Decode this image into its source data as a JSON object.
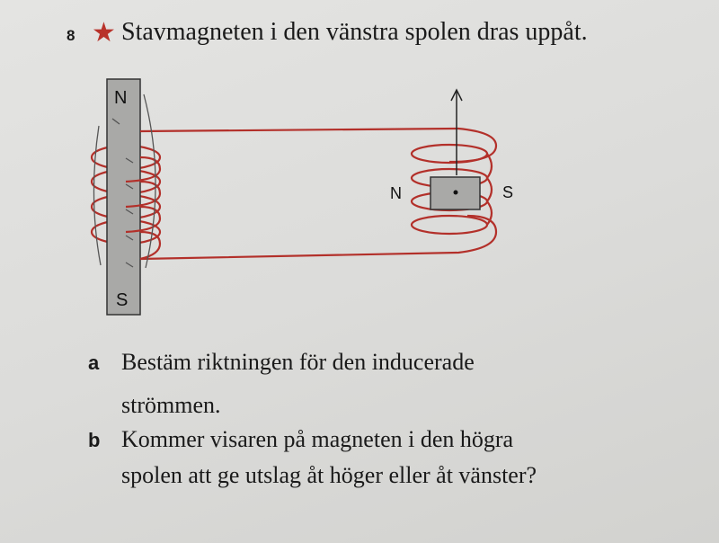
{
  "question": {
    "number": "8",
    "star_icon": "star",
    "title": "Stavmagneten i den vänstra spolen dras uppåt."
  },
  "diagram": {
    "left_magnet": {
      "top_label": "N",
      "bottom_label": "S"
    },
    "right_magnet": {
      "left_label": "N",
      "right_label": "S"
    },
    "wire_color": "#b3302a",
    "magnet_color": "#a9a9a7"
  },
  "subquestions": [
    {
      "letter": "a",
      "line1": "Bestäm riktningen för den inducerade",
      "line2": "strömmen."
    },
    {
      "letter": "b",
      "line1": "Kommer visaren på magneten i den högra",
      "line2": "spolen att ge utslag åt höger eller åt vänster?"
    }
  ]
}
